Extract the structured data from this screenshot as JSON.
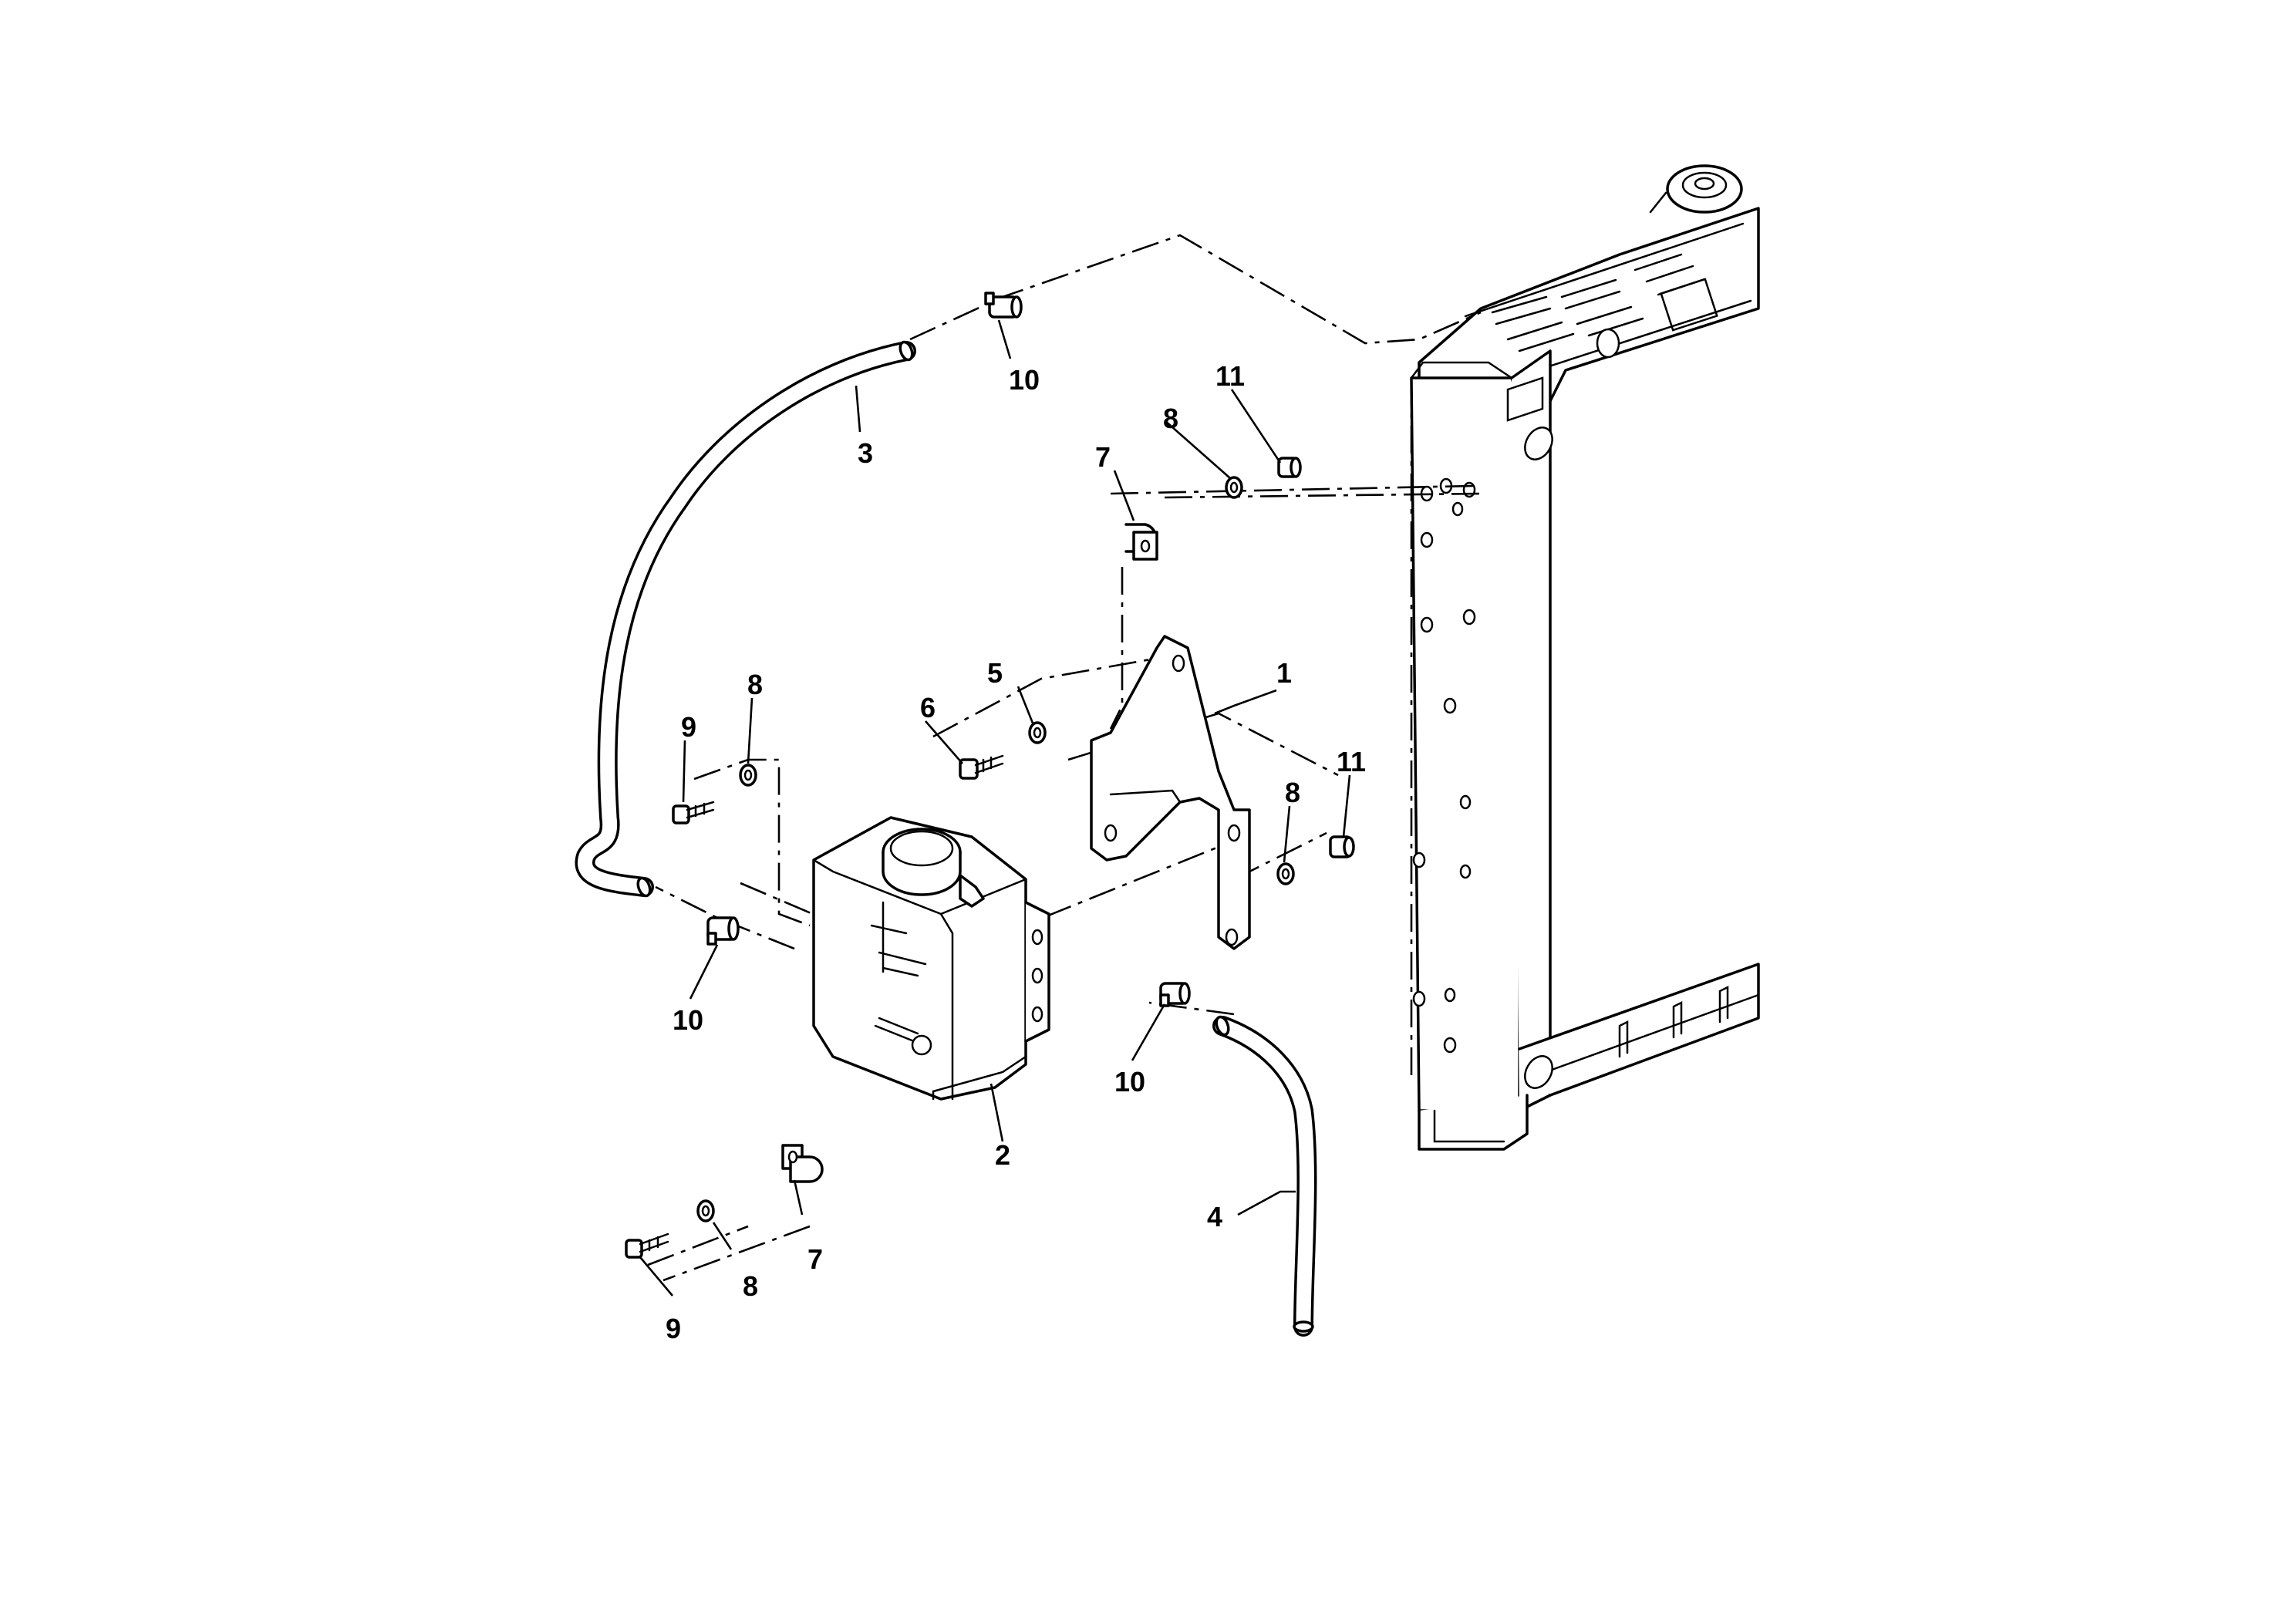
{
  "callouts": {
    "bracket": "1",
    "tank": "2",
    "upper_hose": "3",
    "lower_hose": "4",
    "washer_5": "5",
    "bolt_6": "6",
    "clip_upper": "7",
    "clip_lower": "7",
    "washer_upper": "8",
    "washer_left": "8",
    "washer_right": "8",
    "washer_lower": "8",
    "screw_left": "9",
    "screw_lower": "9",
    "hose_clamp_top": "10",
    "hose_clamp_left": "10",
    "hose_clamp_lower": "10",
    "nut_upper": "11",
    "nut_right": "11"
  }
}
